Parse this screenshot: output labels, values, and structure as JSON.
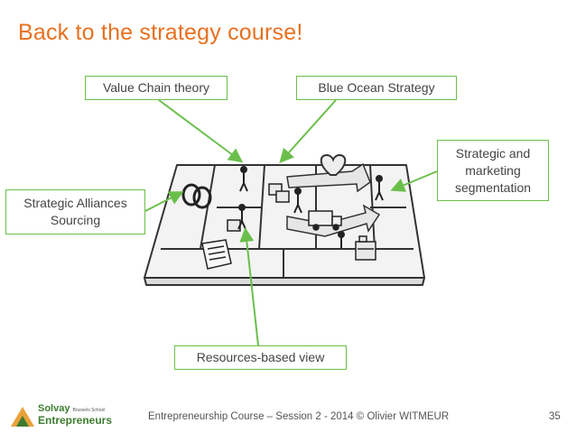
{
  "slide": {
    "title": "Back to the strategy course!",
    "boxes": {
      "value_chain": "Value Chain theory",
      "blue_ocean": "Blue Ocean Strategy",
      "segmentation_lines": [
        "Strategic and",
        "marketing",
        "segmentation"
      ],
      "alliances_lines": [
        "Strategic Alliances",
        "Sourcing"
      ],
      "resources": "Resources-based view"
    },
    "footer": "Entrepreneurship Course – Session 2 - 2014 © Olivier WITMEUR",
    "page_number": "35",
    "logo": {
      "line1": "Solvay",
      "line1_small": "Brussels School",
      "line2": "Entrepreneurs"
    }
  },
  "colors": {
    "title": "#e8701f",
    "arrow": "#6abf4b",
    "box_border": "#6abf4b",
    "logo_green": "#3d7b2f",
    "logo_orange": "#e8a23a"
  },
  "icons": [
    "business-model-canvas-sketch",
    "rings-icon",
    "heart-icon",
    "truck-icon",
    "cash-register-icon",
    "person-icon",
    "document-icon"
  ]
}
